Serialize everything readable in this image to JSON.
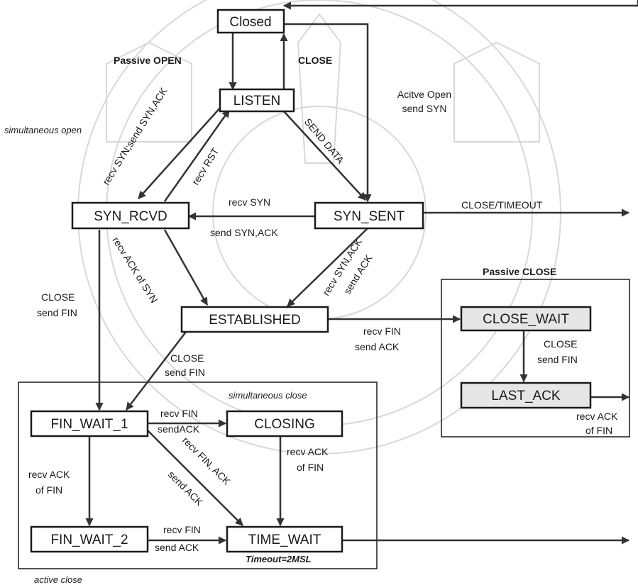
{
  "states": {
    "closed": "Closed",
    "listen": "LISTEN",
    "syn_rcvd": "SYN_RCVD",
    "syn_sent": "SYN_SENT",
    "established": "ESTABLISHED",
    "close_wait": "CLOSE_WAIT",
    "last_ack": "LAST_ACK",
    "fin_wait_1": "FIN_WAIT_1",
    "closing": "CLOSING",
    "fin_wait_2": "FIN_WAIT_2",
    "time_wait": "TIME_WAIT"
  },
  "groups": {
    "passive_close": "Passive CLOSE",
    "simultaneous_close": "simultaneous close",
    "active_close": "active close",
    "simultaneous_open": "simultaneous open"
  },
  "transitions": {
    "passive_open": "Passive OPEN",
    "close": "CLOSE",
    "active_open_1": "Acitve Open",
    "active_open_2": "send SYN",
    "recv_syn_send_synack": "recv SYN;send SYN,ACK",
    "recv_rst": "recv RST",
    "send_data": "SEND DATA",
    "recv_syn": "recv SYN",
    "send_synack": "send SYN,ACK",
    "close_timeout": "CLOSE/TIMEOUT",
    "recv_ack_of_syn": "recv ACK of SYN",
    "recv_synack_1": "recv SYN,ACK",
    "recv_synack_2": "send ACK",
    "close_send_fin_1": "CLOSE",
    "close_send_fin_2": "send FIN",
    "est_close_1": "CLOSE",
    "est_close_2": "send FIN",
    "recv_fin_1": "recv FIN",
    "recv_fin_2": "send ACK",
    "cw_close_1": "CLOSE",
    "cw_close_2": "send FIN",
    "la_recv_ack_1": "recv ACK",
    "la_recv_ack_2": "of FIN",
    "fw1_recv_fin_1": "recv FIN",
    "fw1_recv_fin_2": "sendACK",
    "fw1_recv_finack_1": "recv FIN, ACK",
    "fw1_recv_finack_2": "send ACK",
    "fw1_recv_ack_1": "recv ACK",
    "fw1_recv_ack_2": "of FIN",
    "closing_recv_ack_1": "recv ACK",
    "closing_recv_ack_2": "of FIN",
    "fw2_recv_fin_1": "recv FIN",
    "fw2_recv_fin_2": "send ACK",
    "timeout": "Timeout=2MSL"
  }
}
